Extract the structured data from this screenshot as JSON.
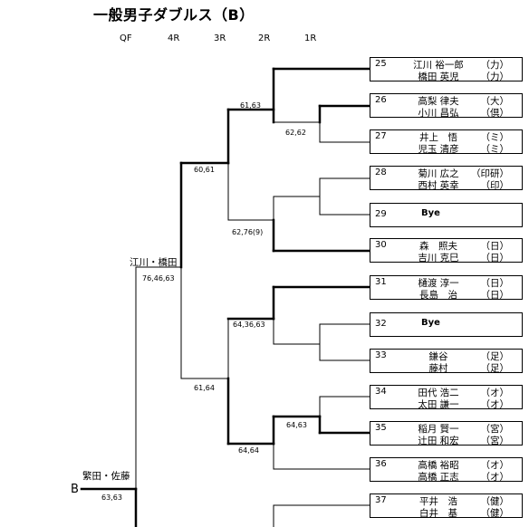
{
  "title": "一般男子ダブルス（B）",
  "rounds": [
    "QF",
    "4R",
    "3R",
    "2R",
    "1R"
  ],
  "section": "B",
  "entries": [
    {
      "seed": "25",
      "players": [
        {
          "name": "江川 裕一郎",
          "club": "（力）"
        },
        {
          "name": "橋田 英児",
          "club": "（力）"
        }
      ]
    },
    {
      "seed": "26",
      "players": [
        {
          "name": "高梨 律夫",
          "club": "（大）"
        },
        {
          "name": "小川 昌弘",
          "club": "（倶）"
        }
      ]
    },
    {
      "seed": "27",
      "players": [
        {
          "name": "井上　悟",
          "club": "（ミ）"
        },
        {
          "name": "児玉 清彦",
          "club": "（ミ）"
        }
      ]
    },
    {
      "seed": "28",
      "players": [
        {
          "name": "菊川 広之",
          "club": "（印研）"
        },
        {
          "name": "西村 英幸",
          "club": "（印）"
        }
      ]
    },
    {
      "seed": "29",
      "bye": "Bye"
    },
    {
      "seed": "30",
      "players": [
        {
          "name": "森　照夫",
          "club": "（日）"
        },
        {
          "name": "吉川 克巳",
          "club": "（日）"
        }
      ]
    },
    {
      "seed": "31",
      "players": [
        {
          "name": "樋渡 淳一",
          "club": "（日）"
        },
        {
          "name": "長島　治",
          "club": "（日）"
        }
      ]
    },
    {
      "seed": "32",
      "bye": "Bye"
    },
    {
      "seed": "33",
      "players": [
        {
          "name": "鎌谷",
          "club": "（足）"
        },
        {
          "name": "藤村",
          "club": "（足）"
        }
      ]
    },
    {
      "seed": "34",
      "players": [
        {
          "name": "田代 浩二",
          "club": "（オ）"
        },
        {
          "name": "太田 謙一",
          "club": "（オ）"
        }
      ]
    },
    {
      "seed": "35",
      "players": [
        {
          "name": "稲月 賢一",
          "club": "（宮）"
        },
        {
          "name": "辻田 和宏",
          "club": "（宮）"
        }
      ]
    },
    {
      "seed": "36",
      "players": [
        {
          "name": "高橋 裕昭",
          "club": "（オ）"
        },
        {
          "name": "高橋 正志",
          "club": "（オ）"
        }
      ]
    },
    {
      "seed": "37",
      "players": [
        {
          "name": "平井　浩",
          "club": "（健）"
        },
        {
          "name": "白井　基",
          "club": "（健）"
        }
      ]
    }
  ],
  "scores": {
    "m_25_26": "61,63",
    "m_26_27": "62,62",
    "m_top3": "60,61",
    "m_28_30": "62,76(9)",
    "m_top6": "76,46,63",
    "m_31_33": "64,36,63",
    "m_34_35": "64,63",
    "m_35_36": "64,64",
    "m_31_36": "61,64",
    "m_final": "63,63"
  },
  "winners": {
    "top6": "江川・橋田",
    "final": "繁田・佐藤"
  }
}
